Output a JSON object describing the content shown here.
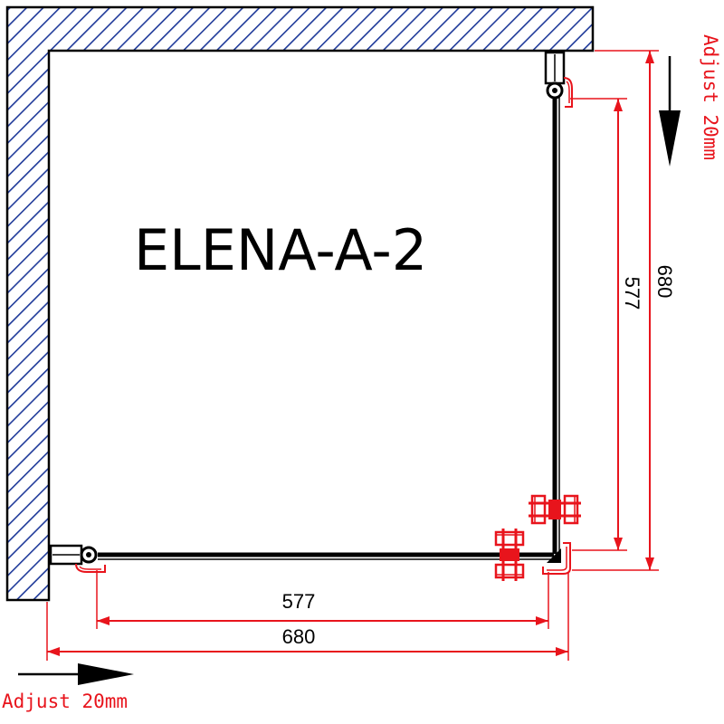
{
  "title": "ELENA-A-2",
  "dimensions": {
    "bottom_inner": "577",
    "bottom_outer": "680",
    "right_inner": "577",
    "right_outer": "680"
  },
  "adjust": {
    "bottom_label": "Adjust 20mm",
    "right_label": "Adjust 20mm"
  },
  "colors": {
    "dimension": "#e8141c",
    "wall_hatch": "#1f3a9a",
    "outline": "#000000"
  },
  "icons": {
    "bottom_adjust_arrow": "arrow-right-icon",
    "right_adjust_arrow": "arrow-down-icon"
  }
}
